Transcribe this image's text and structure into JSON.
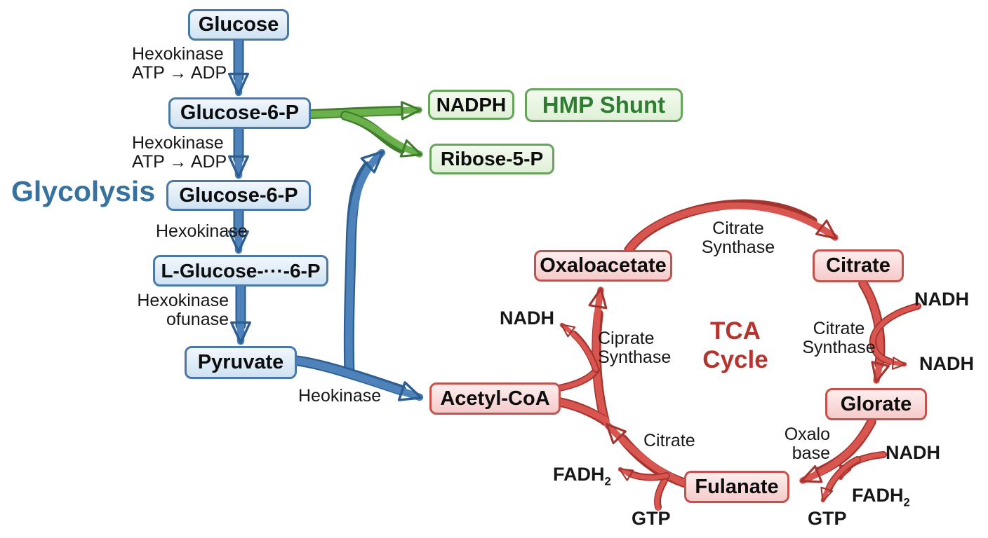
{
  "colors": {
    "blue_accent": "#4d83ba",
    "green_accent": "#6ab14c",
    "red_accent": "#d95550",
    "glycolysis_title_color": "#36719f",
    "hmp_title_color": "#2f7d32",
    "tca_title_color": "#b5342e"
  },
  "glycolysis": {
    "title": "Glycolysis",
    "boxes": {
      "glucose": "Glucose",
      "g6p_top": "Glucose-6-P",
      "g6p_mid": "Glucose-6-P",
      "l_glucose_6p": "L-Glucose-···-6-P",
      "pyruvate": "Pyruvate"
    },
    "steps": {
      "step1": [
        "Hexokinase",
        "ATP → ADP"
      ],
      "step2": [
        "Hexokinase",
        "ATP → ADP"
      ],
      "step3": [
        "Hexokinase"
      ],
      "step4": [
        "Hexokinase",
        "ofunase"
      ],
      "pyruvate_to_acetyl": "Heokinase"
    }
  },
  "hmp": {
    "nadph": "NADPH",
    "title": "HMP Shunt",
    "ribose": "Ribose-5-P"
  },
  "tca": {
    "title": [
      "TCA",
      "Cycle"
    ],
    "boxes": {
      "oxaloacetate": "Oxaloacetate",
      "citrate": "Citrate",
      "glorate": "Glorate",
      "fulanate": "Fulanate",
      "acetyl_coa": "Acetyl-CoA"
    },
    "enzymes": {
      "top": [
        "Citrate",
        "Synthase"
      ],
      "right": [
        "Citrate",
        "Synthase"
      ],
      "left": [
        "Ciprate",
        "Synthase"
      ],
      "oxalo": [
        "Oxalo",
        "base"
      ],
      "fulanate_arrow": "Citrate"
    },
    "cofactors": {
      "nadh_citrate_in": "NADH",
      "nadh_citrate_out": "NADH",
      "nadh_glorate": "NADH",
      "nadh_oxaloacetate": "NADH",
      "fadh2_glorate": {
        "base": "FADH",
        "sub": "2"
      },
      "fadh2_fulanate": {
        "base": "FADH",
        "sub": "2"
      },
      "gtp_glorate": "GTP",
      "gtp_fulanate": "GTP"
    }
  }
}
